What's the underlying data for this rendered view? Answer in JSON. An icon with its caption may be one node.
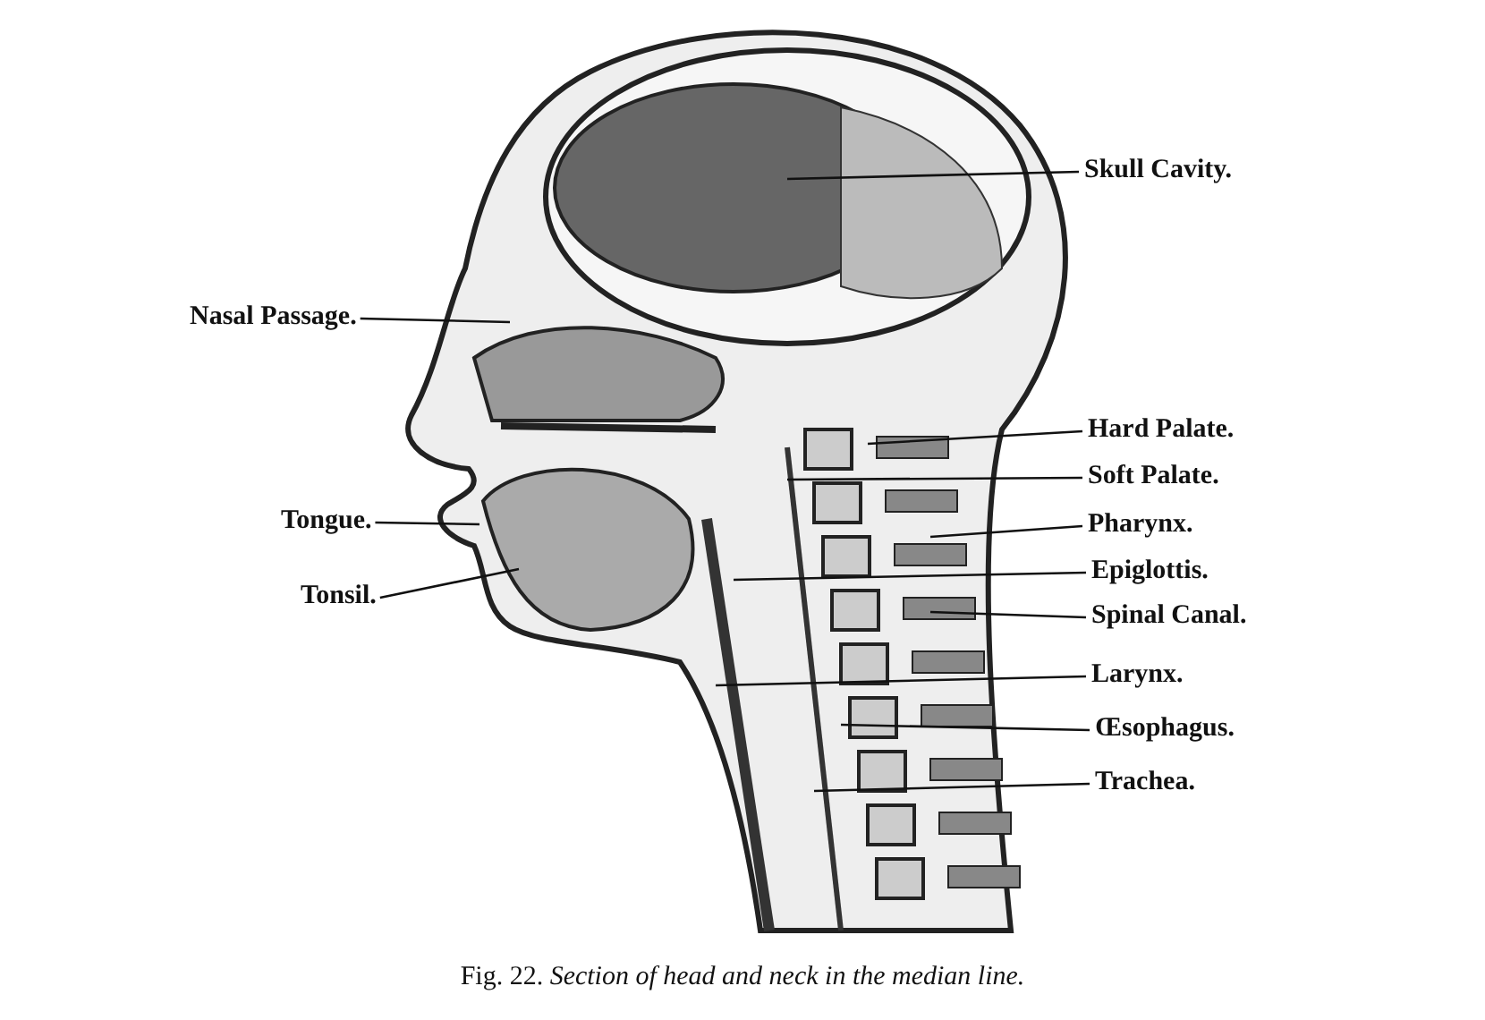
{
  "diagram": {
    "caption": "Fig. 22. *Section of head and neck in the median line.*",
    "nodes": [
      {
        "text": [
          "Skull Cavity."
        ]
      },
      {
        "text": [
          "Nasal Passage."
        ]
      },
      {
        "text": [
          "Hard Palate."
        ]
      },
      {
        "text": [
          "Soft Palate."
        ]
      },
      {
        "text": [
          "Tongue."
        ]
      },
      {
        "text": [
          "Pharynx."
        ]
      },
      {
        "text": [
          "Epiglottis."
        ]
      },
      {
        "text": [
          "Tonsil."
        ]
      },
      {
        "text": [
          "Spinal Canal."
        ]
      },
      {
        "text": [
          "Larynx."
        ]
      },
      {
        "text": [
          "Œsophagus."
        ]
      },
      {
        "text": [
          "Trachea."
        ]
      }
    ],
    "edges": [
      {
        "from": 0,
        "to": null,
        "arrow": "none"
      },
      {
        "from": 1,
        "to": null,
        "arrow": "none"
      },
      {
        "from": 2,
        "to": null,
        "arrow": "none"
      },
      {
        "from": 3,
        "to": null,
        "arrow": "none"
      },
      {
        "from": 4,
        "to": null,
        "arrow": "none"
      },
      {
        "from": 5,
        "to": null,
        "arrow": "none"
      },
      {
        "from": 6,
        "to": null,
        "arrow": "none"
      },
      {
        "from": 7,
        "to": null,
        "arrow": "none"
      },
      {
        "from": 8,
        "to": null,
        "arrow": "none"
      },
      {
        "from": 9,
        "to": null,
        "arrow": "none"
      },
      {
        "from": 10,
        "to": null,
        "arrow": "none"
      },
      {
        "from": 11,
        "to": null,
        "arrow": "none"
      }
    ]
  }
}
